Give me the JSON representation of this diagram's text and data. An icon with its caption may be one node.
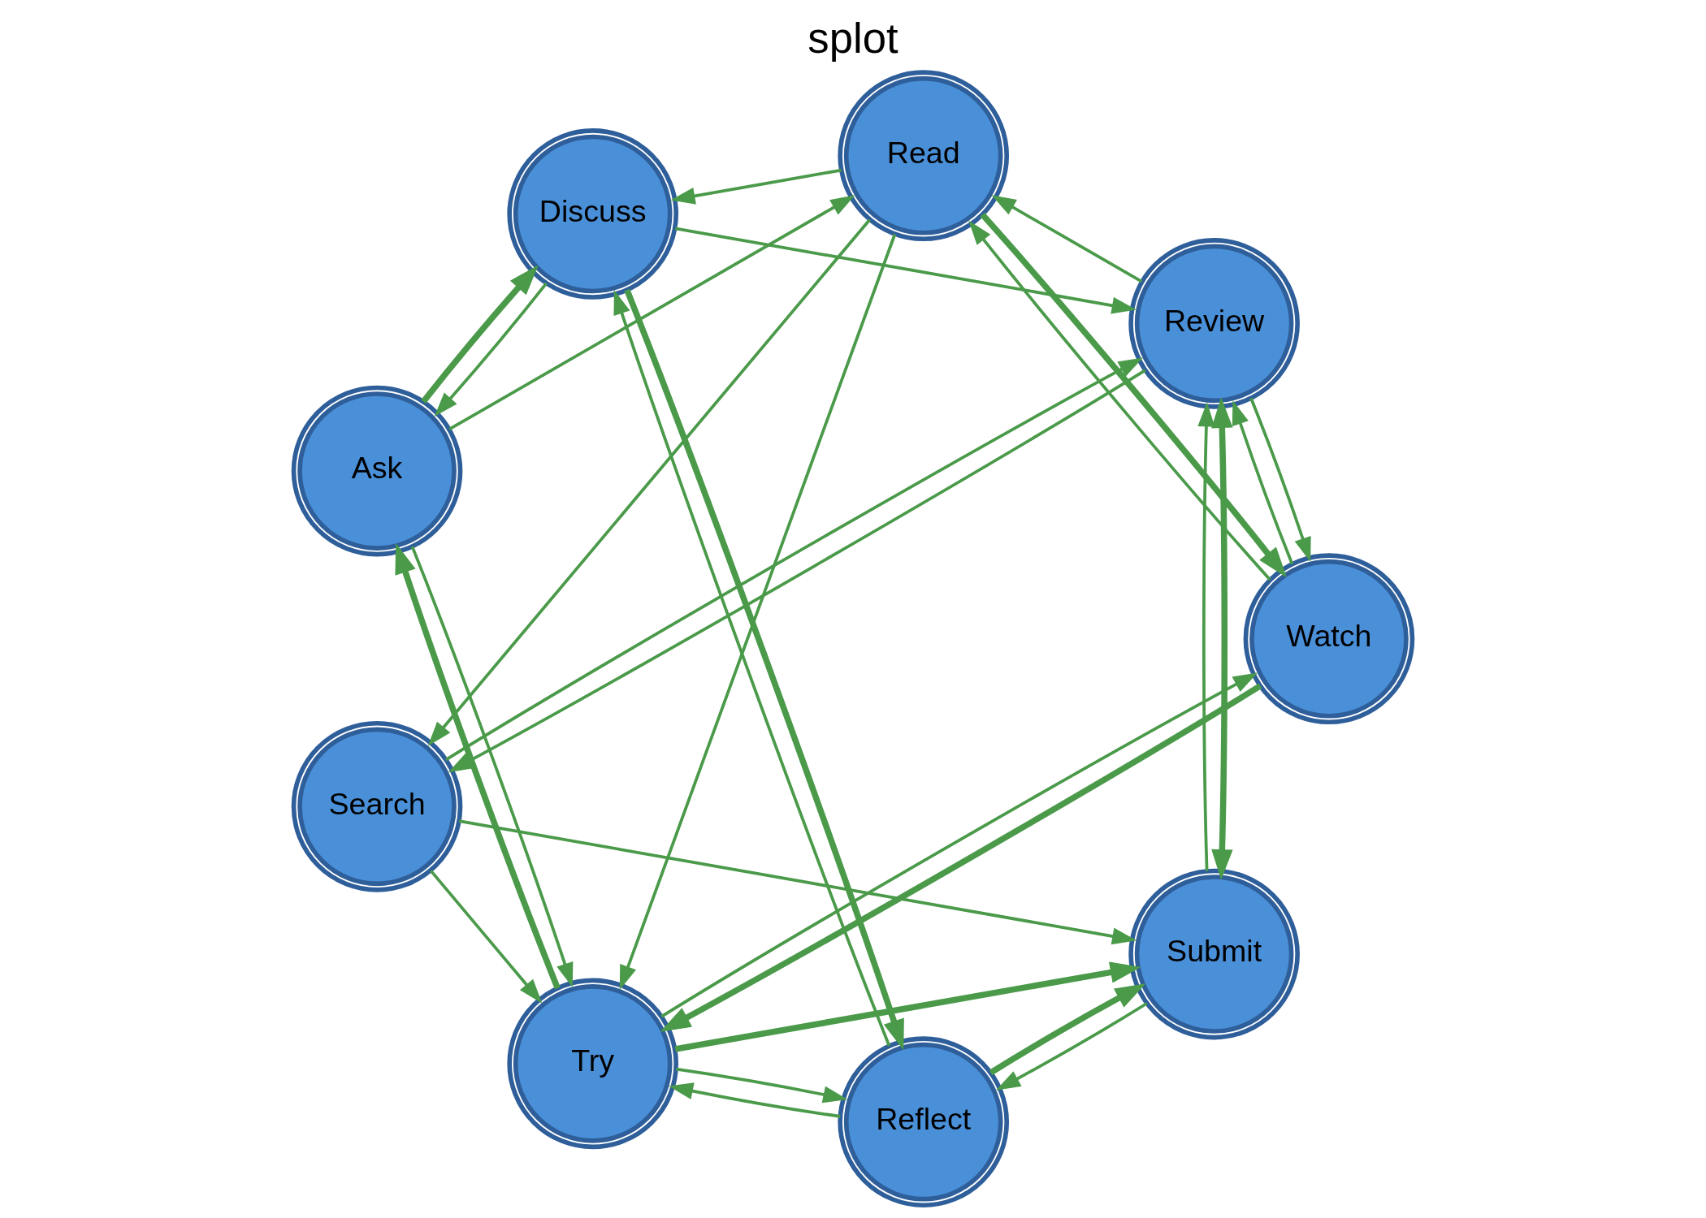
{
  "diagram": {
    "title": "splot",
    "nodes": [
      {
        "text": [
          "Submit"
        ]
      },
      {
        "text": [
          "Reflect"
        ]
      },
      {
        "text": [
          "Read"
        ]
      },
      {
        "text": [
          "Search"
        ]
      },
      {
        "text": [
          "Watch"
        ]
      },
      {
        "text": [
          "Review"
        ]
      },
      {
        "text": [
          "Try"
        ]
      },
      {
        "text": [
          "Discuss"
        ]
      },
      {
        "text": [
          "Ask"
        ]
      }
    ],
    "edges": [
      {
        "from": 1,
        "to": 0,
        "arrow": "to",
        "style": "thick"
      },
      {
        "from": 0,
        "to": 1,
        "arrow": "to"
      },
      {
        "from": 3,
        "to": 0,
        "arrow": "to"
      },
      {
        "from": 5,
        "to": 0,
        "arrow": "both",
        "style": "thick"
      },
      {
        "from": 0,
        "to": 5,
        "arrow": "to"
      },
      {
        "from": 2,
        "to": 3,
        "arrow": "to"
      },
      {
        "from": 5,
        "to": 2,
        "arrow": "to"
      },
      {
        "from": 2,
        "to": 7,
        "arrow": "to"
      },
      {
        "from": 8,
        "to": 2,
        "arrow": "to"
      },
      {
        "from": 2,
        "to": 6,
        "arrow": "to"
      },
      {
        "from": 2,
        "to": 4,
        "arrow": "to",
        "style": "thick"
      },
      {
        "from": 4,
        "to": 2,
        "arrow": "to"
      },
      {
        "from": 6,
        "to": 4,
        "arrow": "to"
      },
      {
        "from": 4,
        "to": 6,
        "arrow": "to",
        "style": "thick"
      },
      {
        "from": 6,
        "to": 0,
        "arrow": "to",
        "style": "thick"
      },
      {
        "from": 6,
        "to": 1,
        "arrow": "to"
      },
      {
        "from": 1,
        "to": 6,
        "arrow": "to"
      },
      {
        "from": 3,
        "to": 6,
        "arrow": "to"
      },
      {
        "from": 5,
        "to": 4,
        "arrow": "to"
      },
      {
        "from": 4,
        "to": 5,
        "arrow": "to"
      },
      {
        "from": 1,
        "to": 7,
        "arrow": "to"
      },
      {
        "from": 7,
        "to": 1,
        "arrow": "to",
        "style": "thick"
      },
      {
        "from": 7,
        "to": 5,
        "arrow": "to"
      },
      {
        "from": 7,
        "to": 8,
        "arrow": "to"
      },
      {
        "from": 8,
        "to": 7,
        "arrow": "to",
        "style": "thick"
      },
      {
        "from": 8,
        "to": 6,
        "arrow": "to"
      },
      {
        "from": 6,
        "to": 8,
        "arrow": "to",
        "style": "thick"
      },
      {
        "from": 3,
        "to": 5,
        "arrow": "to"
      },
      {
        "from": 5,
        "to": 3,
        "arrow": "to"
      }
    ]
  }
}
